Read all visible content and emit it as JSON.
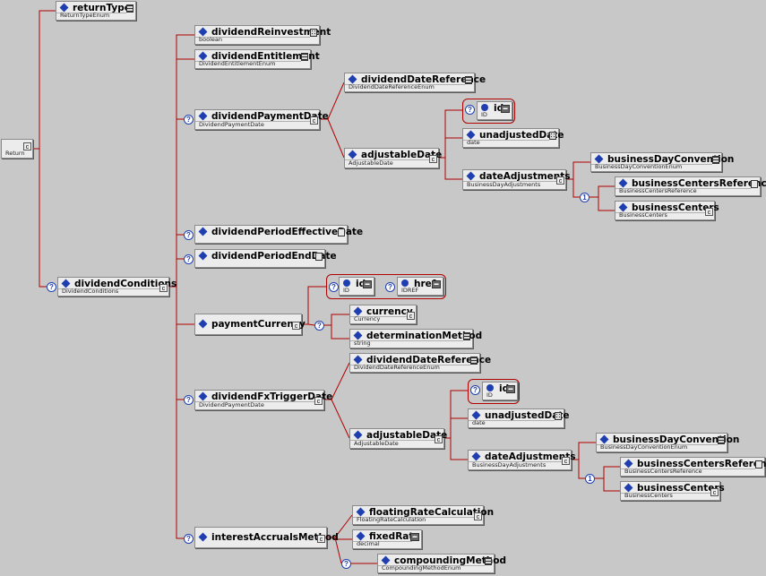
{
  "nodes": {
    "return": {
      "name": "",
      "type": "Return"
    },
    "returnType": {
      "name": "returnType",
      "type": "ReturnTypeEnum"
    },
    "dividendConditions": {
      "name": "dividendConditions",
      "type": "DividendConditions"
    },
    "dividendReinvestment": {
      "name": "dividendReinvestment",
      "type": "boolean"
    },
    "dividendEntitlement": {
      "name": "dividendEntitlement",
      "type": "DividendEntitlementEnum"
    },
    "dividendPaymentDate": {
      "name": "dividendPaymentDate",
      "type": "DividendPaymentDate"
    },
    "dpd_dividendDateReference": {
      "name": "dividendDateReference",
      "type": "DividendDateReferenceEnum"
    },
    "dpd_adjustableDate": {
      "name": "adjustableDate",
      "type": "AdjustableDate"
    },
    "dpd_id": {
      "name": "id",
      "type": "ID"
    },
    "dpd_unadjustedDate": {
      "name": "unadjustedDate",
      "type": "date"
    },
    "dpd_dateAdjustments": {
      "name": "dateAdjustments",
      "type": "BusinessDayAdjustments"
    },
    "dpd_businessDayConvention": {
      "name": "businessDayConvention",
      "type": "BusinessDayConventionEnum"
    },
    "dpd_businessCentersReference": {
      "name": "businessCentersReference",
      "type": "BusinessCentersReference"
    },
    "dpd_businessCenters": {
      "name": "businessCenters",
      "type": "BusinessCenters"
    },
    "dividendPeriodEffectiveDate": {
      "name": "dividendPeriodEffectiveDate",
      "type": ""
    },
    "dividendPeriodEndDate": {
      "name": "dividendPeriodEndDate",
      "type": ""
    },
    "paymentCurrency": {
      "name": "paymentCurrency",
      "type": ""
    },
    "pc_id": {
      "name": "id",
      "type": "ID"
    },
    "pc_href": {
      "name": "href",
      "type": "IDREF"
    },
    "currency": {
      "name": "currency",
      "type": "Currency"
    },
    "determinationMethod": {
      "name": "determinationMethod",
      "type": "string"
    },
    "dividendFxTriggerDate": {
      "name": "dividendFxTriggerDate",
      "type": "DividendPaymentDate"
    },
    "fx_dividendDateReference": {
      "name": "dividendDateReference",
      "type": "DividendDateReferenceEnum"
    },
    "fx_adjustableDate": {
      "name": "adjustableDate",
      "type": "AdjustableDate"
    },
    "fx_id": {
      "name": "id",
      "type": "ID"
    },
    "fx_unadjustedDate": {
      "name": "unadjustedDate",
      "type": "date"
    },
    "fx_dateAdjustments": {
      "name": "dateAdjustments",
      "type": "BusinessDayAdjustments"
    },
    "fx_businessDayConvention": {
      "name": "businessDayConvention",
      "type": "BusinessDayConventionEnum"
    },
    "fx_businessCentersReference": {
      "name": "businessCentersReference",
      "type": "BusinessCentersReference"
    },
    "fx_businessCenters": {
      "name": "businessCenters",
      "type": "BusinessCenters"
    },
    "interestAccrualsMethod": {
      "name": "interestAccrualsMethod",
      "type": ""
    },
    "floatingRateCalculation": {
      "name": "floatingRateCalculation",
      "type": "FloatingRateCalculation"
    },
    "fixedRate": {
      "name": "fixedRate",
      "type": "decimal"
    },
    "compoundingMethod": {
      "name": "compoundingMethod",
      "type": "CompoundingMethodEnum"
    }
  },
  "connectors": {
    "sequence": "c",
    "optional": "?",
    "choice": "1"
  },
  "colors": {
    "background": "#c8c8c8",
    "wire": "#b00000",
    "icon": "#1f3fb0"
  }
}
